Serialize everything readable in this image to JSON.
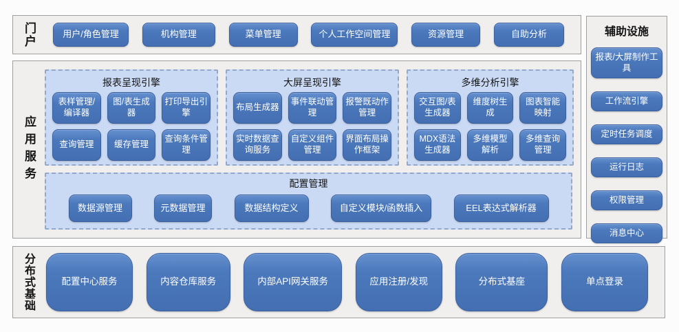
{
  "portal": {
    "label": "门户",
    "buttons": [
      "用户/角色管理",
      "机构管理",
      "菜单管理",
      "个人工作空间管理",
      "资源管理",
      "自助分析"
    ]
  },
  "app": {
    "label": "应用服务",
    "groups": [
      {
        "title": "报表呈现引擎",
        "buttons": [
          "表样管理/编译器",
          "图/表生成器",
          "打印导出引擎",
          "查询管理",
          "缓存管理",
          "查询条件管理"
        ]
      },
      {
        "title": "大屏呈现引擎",
        "buttons": [
          "布局生成器",
          "事件联动管理",
          "报警既动作管理",
          "实时数据查询服务",
          "自定义组件管理",
          "界面布局操作框架"
        ]
      },
      {
        "title": "多维分析引擎",
        "buttons": [
          "交互图/表生成器",
          "维度树生成",
          "图表智能映射",
          "MDX语法生成器",
          "多维模型解析",
          "多维查询管理"
        ]
      }
    ],
    "config": {
      "title": "配置管理",
      "buttons": [
        "数据源管理",
        "元数据管理",
        "数据结构定义",
        "自定义模块/函数插入",
        "EEL表达式解析器"
      ]
    }
  },
  "aux": {
    "title": "辅助设施",
    "buttons": [
      "报表/大屏制作工具",
      "工作流引擎",
      "定时任务调度",
      "运行日志",
      "权限管理",
      "消息中心"
    ]
  },
  "foundation": {
    "label": "分布式基础",
    "buttons": [
      "配置中心服务",
      "内容仓库服务",
      "内部API网关服务",
      "应用注册/发现",
      "分布式基座",
      "单点登录"
    ]
  },
  "colors": {
    "button_blue": "#4a78bb",
    "button_border": "#3a5f9e",
    "group_bg": "#cbdaf4",
    "group_dash_border": "#92a7ca",
    "section_bg": "#f0efee",
    "section_border": "#9e9e9e",
    "text_on_button": "#ffffff"
  }
}
